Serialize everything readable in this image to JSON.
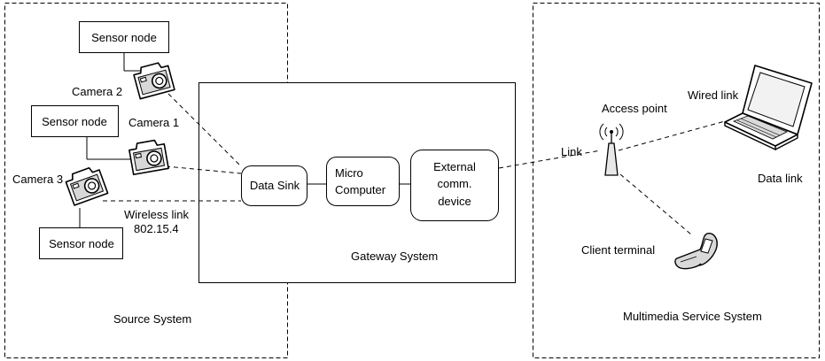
{
  "source_system": {
    "title": "Source System",
    "sensor_nodes": [
      "Sensor node",
      "Sensor node",
      "Sensor node"
    ],
    "cameras": [
      "Camera 2",
      "Camera 1",
      "Camera 3"
    ],
    "wireless_link": {
      "line1": "Wireless link",
      "line2": "802.15.4"
    }
  },
  "gateway_system": {
    "title": "Gateway System",
    "data_sink": "Data Sink",
    "micro_computer": {
      "line1": "Micro",
      "line2": "Computer"
    },
    "external_device": {
      "line1": "External",
      "line2": "comm.",
      "line3": "device"
    }
  },
  "multimedia_system": {
    "title": "Multimedia Service System",
    "access_point": "Access point",
    "link": "Link",
    "wired_link": "Wired link",
    "data_link": "Data link",
    "client_terminal": "Client terminal"
  },
  "icons": {
    "camera": "camera-icon",
    "antenna": "access-point-icon",
    "laptop": "laptop-icon",
    "phone": "mobile-phone-icon"
  }
}
